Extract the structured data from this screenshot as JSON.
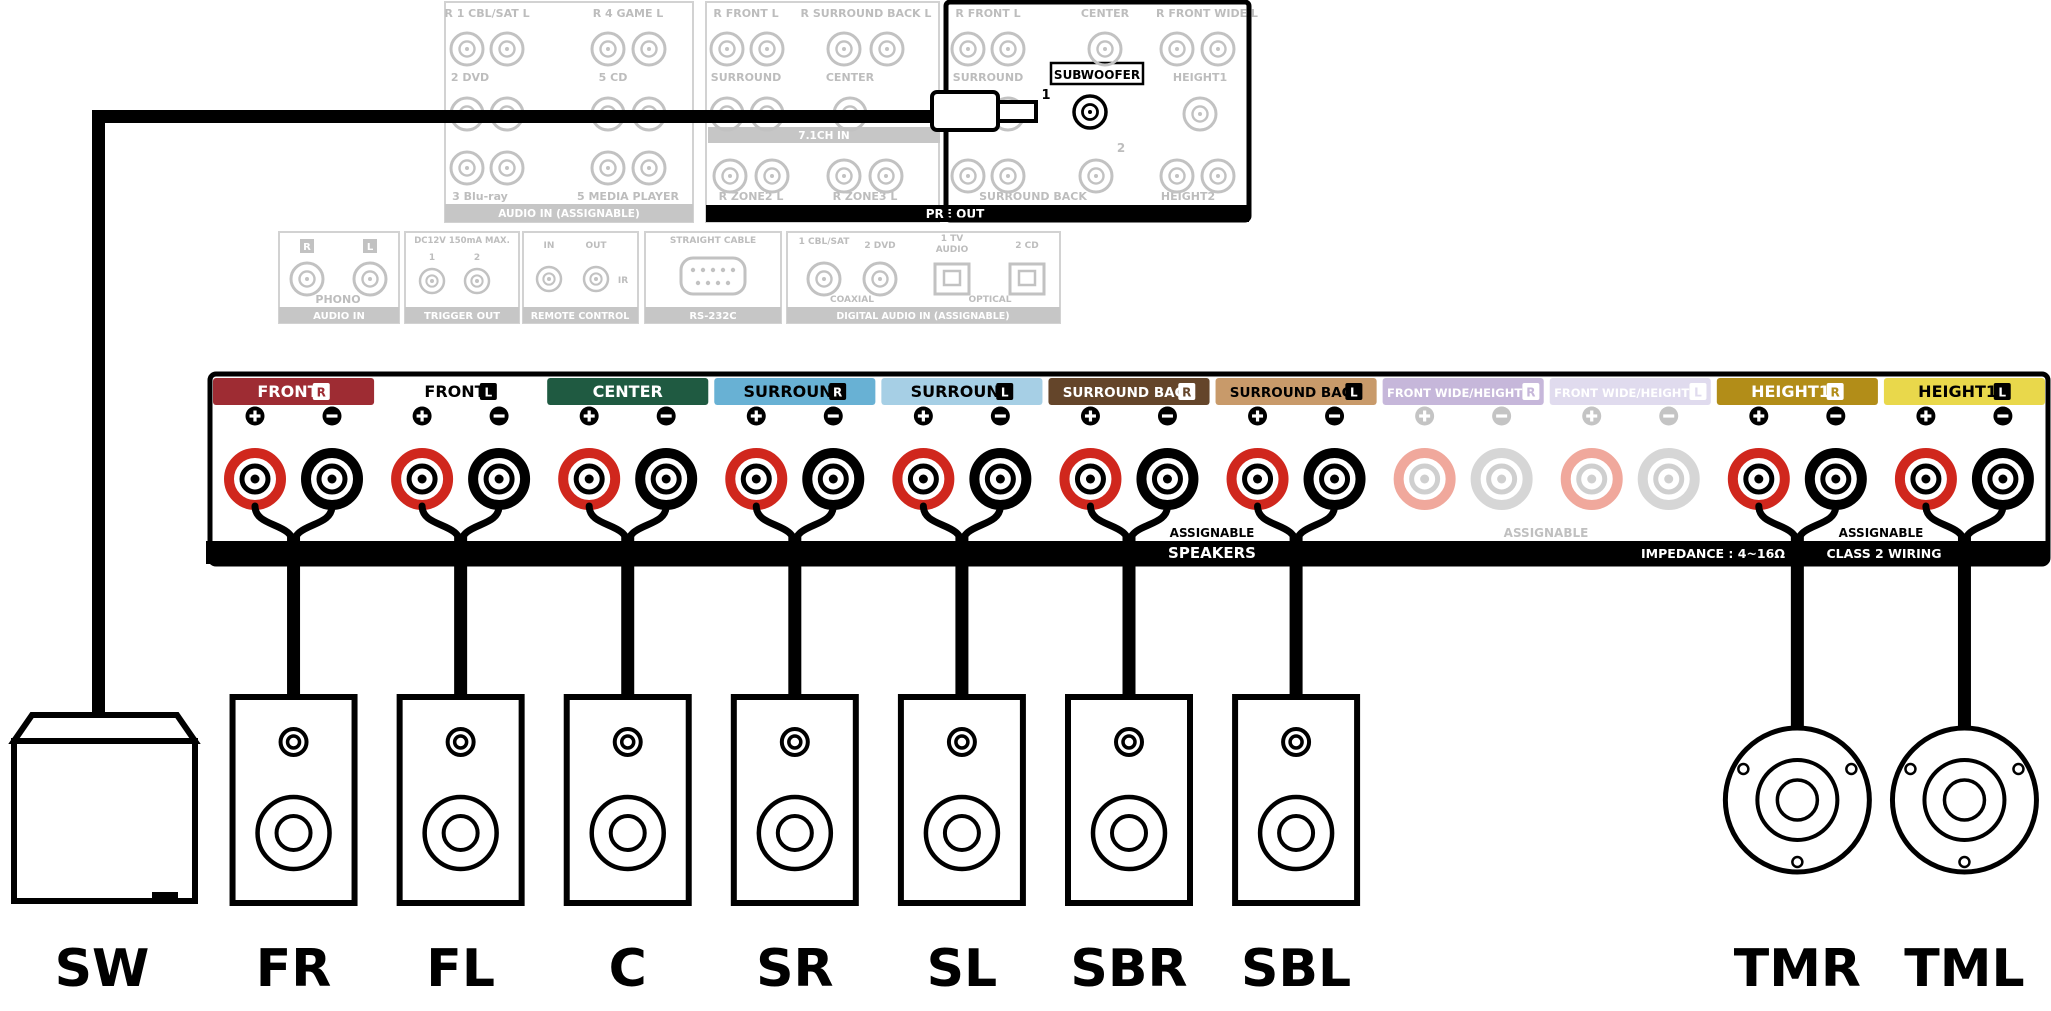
{
  "colors": {
    "active_red": "#d0271d",
    "inactive_red": "#f0a89c",
    "inactive_gray": "#d6d6d6",
    "panel_gray": "#c2c2c2",
    "bar_gray": "#c6c6c6",
    "black": "#000000"
  },
  "rear_panel": {
    "audio_in": {
      "labels_row1": [
        "R 1 CBL/SAT L",
        "R 4 GAME L"
      ],
      "labels_row2": [
        "2 DVD",
        "5 CD"
      ],
      "labels_row3": [
        "3 Blu-ray",
        "5 MEDIA PLAYER"
      ],
      "bar": "AUDIO IN (ASSIGNABLE)"
    },
    "ch71": {
      "labels_row1": [
        "R FRONT L",
        "R SURROUND BACK L"
      ],
      "labels_row2": [
        "SURROUND",
        "CENTER"
      ],
      "bar": "7.1CH IN",
      "labels_row3": [
        "R ZONE2 L",
        "R ZONE3 L"
      ]
    },
    "pre_out": {
      "labels_row1": [
        "R FRONT L",
        "CENTER",
        "R FRONT WIDE L"
      ],
      "surround": "SURROUND",
      "subwoofer": "SUBWOOFER",
      "height1": "HEIGHT1",
      "num1": "1",
      "num2": "2",
      "labels_row3": [
        "SURROUND BACK",
        "HEIGHT2"
      ],
      "bar": "PRE OUT"
    },
    "phono": {
      "r": "R",
      "l": "L",
      "label": "PHONO",
      "bar": "AUDIO IN"
    },
    "trigger": {
      "top": "DC12V 150mA MAX.",
      "n1": "1",
      "n2": "2",
      "bar": "TRIGGER OUT"
    },
    "remote": {
      "in": "IN",
      "out": "OUT",
      "ir": "IR",
      "bar": "REMOTE CONTROL"
    },
    "rs232": {
      "top": "STRAIGHT CABLE",
      "bar": "RS-232C"
    },
    "digital": {
      "l1": "1 CBL/SAT",
      "l2": "2 DVD",
      "l3a": "1 TV",
      "l3b": "AUDIO",
      "l4": "2 CD",
      "coaxial": "COAXIAL",
      "optical": "OPTICAL",
      "bar": "DIGITAL AUDIO IN (ASSIGNABLE)"
    }
  },
  "speaker_panel": {
    "terminals": [
      {
        "name": "FRONT",
        "ch": "R",
        "bg": "#9e2c33",
        "fg": "#ffffff",
        "active": true
      },
      {
        "name": "FRONT",
        "ch": "L",
        "bg": "#ffffff",
        "fg": "#000000",
        "active": true
      },
      {
        "name": "CENTER",
        "ch": null,
        "bg": "#1f5a41",
        "fg": "#ffffff",
        "active": true
      },
      {
        "name": "SURROUND",
        "ch": "R",
        "bg": "#68b1d4",
        "fg": "#000000",
        "active": true
      },
      {
        "name": "SURROUND",
        "ch": "L",
        "bg": "#a6cfe5",
        "fg": "#000000",
        "active": true
      },
      {
        "name": "SURROUND BACK",
        "ch": "R",
        "bg": "#64452a",
        "fg": "#ffffff",
        "active": true
      },
      {
        "name": "SURROUND BACK",
        "ch": "L",
        "bg": "#c89a6a",
        "fg": "#000000",
        "active": true
      },
      {
        "name": "FRONT WIDE/HEIGHT2",
        "ch": "R",
        "bg": "#c6b7da",
        "fg": "#ffffff",
        "active": false
      },
      {
        "name": "FRONT WIDE/HEIGHT2",
        "ch": "L",
        "bg": "#e0dbee",
        "fg": "#ffffff",
        "active": false
      },
      {
        "name": "HEIGHT1",
        "ch": "R",
        "bg": "#b28d18",
        "fg": "#ffffff",
        "active": true
      },
      {
        "name": "HEIGHT1",
        "ch": "L",
        "bg": "#e9d84b",
        "fg": "#000000",
        "active": true
      }
    ],
    "assignable_labels": [
      "ASSIGNABLE",
      "ASSIGNABLE",
      "ASSIGNABLE"
    ],
    "bar": {
      "speakers": "SPEAKERS",
      "impedance": "IMPEDANCE : 4~16Ω",
      "class2": "CLASS 2 WIRING"
    }
  },
  "speakers": [
    {
      "label": "SW",
      "type": "subwoofer"
    },
    {
      "label": "FR",
      "type": "bookshelf",
      "terminal": 0
    },
    {
      "label": "FL",
      "type": "bookshelf",
      "terminal": 1
    },
    {
      "label": "C",
      "type": "bookshelf",
      "terminal": 2
    },
    {
      "label": "SR",
      "type": "bookshelf",
      "terminal": 3
    },
    {
      "label": "SL",
      "type": "bookshelf",
      "terminal": 4
    },
    {
      "label": "SBR",
      "type": "bookshelf",
      "terminal": 5
    },
    {
      "label": "SBL",
      "type": "bookshelf",
      "terminal": 6
    },
    {
      "label": "TMR",
      "type": "ceiling",
      "terminal": 9
    },
    {
      "label": "TML",
      "type": "ceiling",
      "terminal": 10
    }
  ]
}
